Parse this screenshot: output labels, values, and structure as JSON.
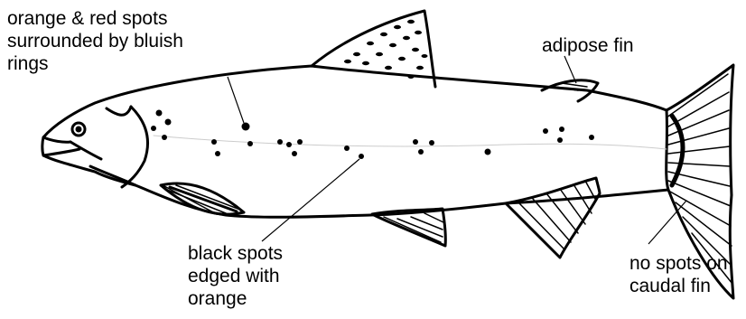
{
  "labels": {
    "orange_red_spots": [
      "orange & red spots",
      "surrounded by bluish",
      "rings"
    ],
    "adipose_fin": [
      "adipose fin"
    ],
    "black_spots": [
      "black spots",
      "edged with",
      "orange"
    ],
    "caudal_fin": [
      "no spots on",
      "caudal fin"
    ]
  },
  "colors": {
    "ink": "#000000",
    "background": "#ffffff"
  }
}
